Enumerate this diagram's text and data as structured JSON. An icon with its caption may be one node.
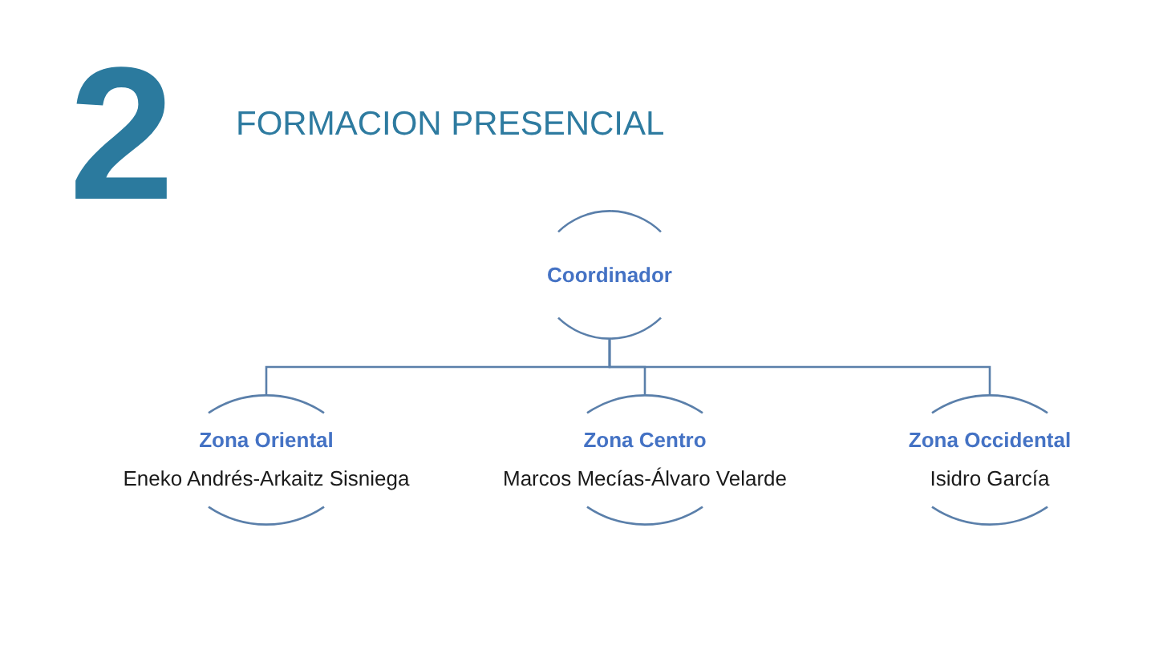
{
  "diagram": {
    "title": "FORMACION PRESENCIAL",
    "nodes": [
      {
        "text": [
          "Coordinador"
        ]
      },
      {
        "text": [
          "Zona Oriental",
          "Eneko Andrés-Arkaitz Sisniega"
        ]
      },
      {
        "text": [
          "Zona Centro",
          "Marcos Mecías-Álvaro Velarde"
        ]
      },
      {
        "text": [
          "Zona Occidental",
          "Isidro García"
        ]
      }
    ],
    "edges": [
      {
        "from": 0,
        "to": 1,
        "arrow": "none"
      },
      {
        "from": 0,
        "to": 2,
        "arrow": "none"
      },
      {
        "from": 0,
        "to": 3,
        "arrow": "none"
      }
    ],
    "labels": [
      "2"
    ]
  }
}
